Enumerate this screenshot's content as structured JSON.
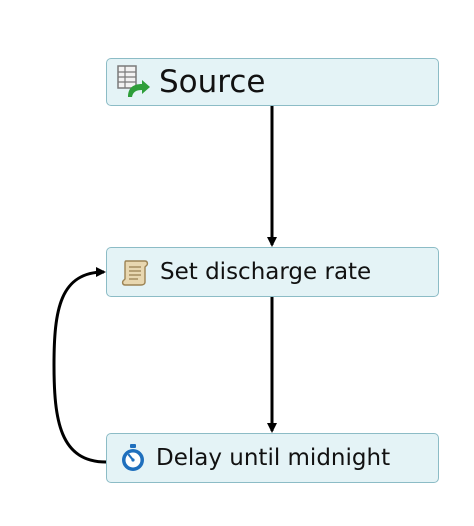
{
  "nodes": {
    "source": {
      "label": "Source",
      "icon": "source-table-arrow-icon"
    },
    "set_rate": {
      "label": "Set discharge rate",
      "icon": "script-scroll-icon"
    },
    "delay": {
      "label": "Delay until midnight",
      "icon": "stopwatch-icon"
    }
  },
  "edges": [
    {
      "from": "source",
      "to": "set_rate"
    },
    {
      "from": "set_rate",
      "to": "delay"
    },
    {
      "from": "delay",
      "to": "set_rate"
    }
  ],
  "colors": {
    "node_fill": "#e4f3f6",
    "node_border": "#8cbcc6",
    "edge": "#000000",
    "stopwatch_blue": "#1e6fbd",
    "arrow_green": "#2e9e3a"
  }
}
